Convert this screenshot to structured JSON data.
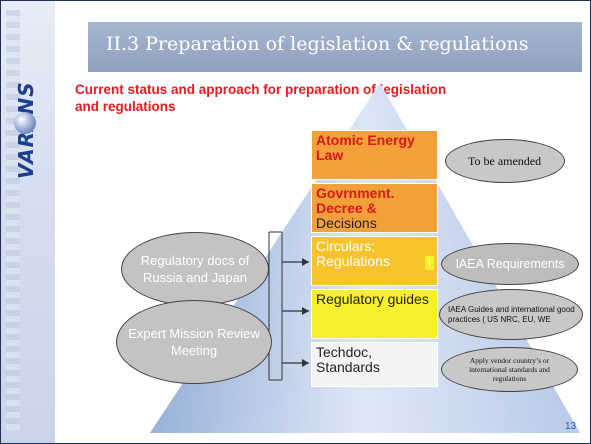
{
  "sidebar": {
    "logo_text": "VARANS"
  },
  "slide": {
    "title": "II.3 Preparation of legislation & regulations",
    "subtitle": "Current status and approach for preparation of legislation and regulations",
    "page_number": "13"
  },
  "pyramid": {
    "levels": [
      {
        "label": "Atomic Energy Law",
        "color": "#f2a03a"
      },
      {
        "label_part1": "Govrnment. Decree &",
        "label_part2": "Decisions",
        "color": "#f2a03a"
      },
      {
        "label": "Circulars; Regulations",
        "color": "#f7c32c"
      },
      {
        "label": "Regulatory guides",
        "color": "#f7ee2d"
      },
      {
        "label": "Techdoc, Standards",
        "color": "#f4f4f4"
      }
    ],
    "side_mark": "I"
  },
  "right_notes": [
    {
      "text": "To be amended"
    },
    {
      "text": "IAEA Requirements"
    },
    {
      "text": "IAEA Guides and international good practices ( US NRC, EU, WE"
    },
    {
      "text": "Apply vendor country’s or international standards and regulations"
    }
  ],
  "left_notes": [
    {
      "text": "Regulatory docs of Russia and Japan"
    },
    {
      "text": "Expert Mission Review Meeting"
    }
  ]
}
